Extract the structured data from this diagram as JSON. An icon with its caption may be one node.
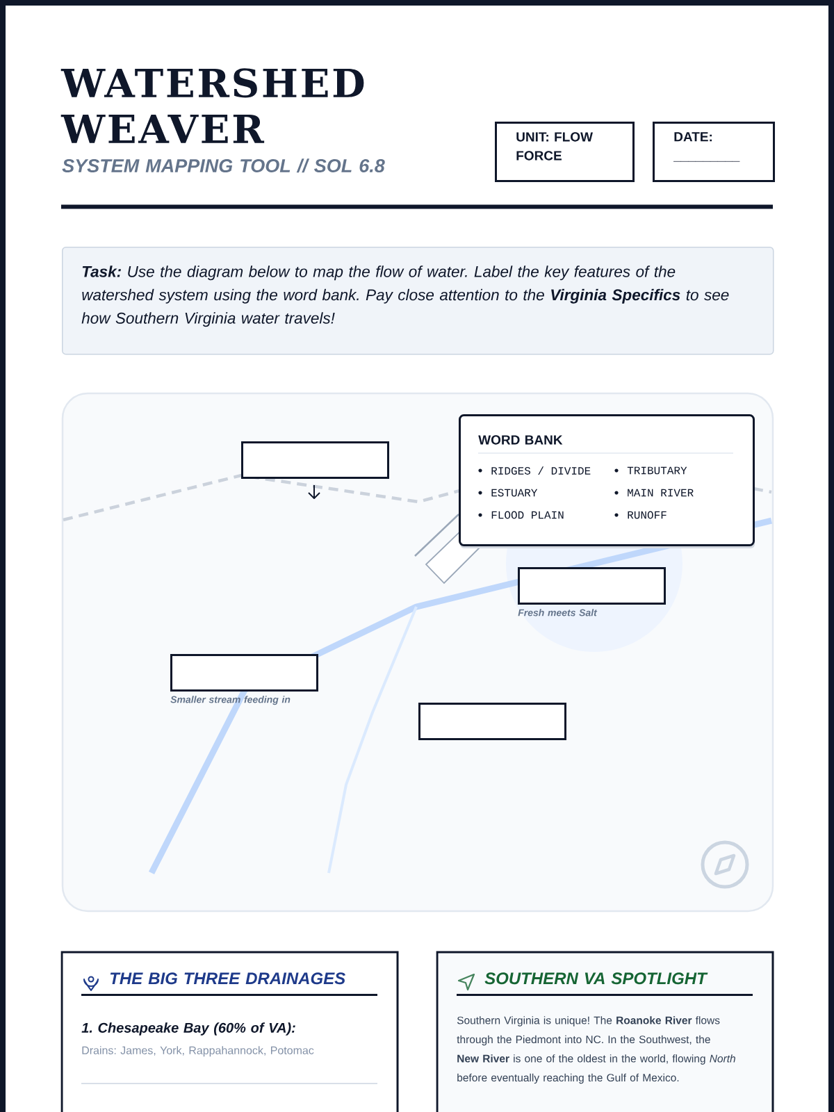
{
  "diagram": {
    "title": "WATERSHED WEAVER",
    "nodes": [
      {
        "text": [
          "UNIT: FLOW FORCE"
        ]
      },
      {
        "text": [
          "DATE: _________"
        ]
      },
      {
        "text": [
          "**Task:** Use the diagram below to map the flow of water. Label the key features of the watershed system using the word bank. Pay close attention to the **Virginia Specifics** to see how Southern Virginia water travels!"
        ]
      },
      {
        "text": [],
        "shape": "box"
      },
      {
        "text": [
          "WORD BANK",
          "RIDGES / DIVIDE",
          "TRIBUTARY",
          "ESTUARY",
          "MAIN RIVER",
          "FLOOD PLAIN",
          "RUNOFF"
        ]
      },
      {
        "text": [],
        "shape": "box",
        "beside": [
          "Fresh meets Salt"
        ]
      },
      {
        "text": [],
        "shape": "box",
        "beside": [
          "Smaller stream feeding in"
        ]
      },
      {
        "text": [],
        "shape": "box"
      },
      {
        "text": [
          "THE BIG THREE DRAINAGES",
          "1. Chesapeake Bay (60% of VA):",
          "Drains: James, York, Rappahannock, Potomac"
        ]
      },
      {
        "text": [
          "SOUTHERN VA SPOTLIGHT",
          "Southern Virginia is unique! The **Roanoke River** flows through the Piedmont into NC. In the Southwest, the **New River** is one of the oldest in the world, flowing *North* before eventually reaching the Gulf of Mexico."
        ]
      }
    ],
    "labels": [
      "SYSTEM MAPPING TOOL // SOL 6.8"
    ]
  }
}
